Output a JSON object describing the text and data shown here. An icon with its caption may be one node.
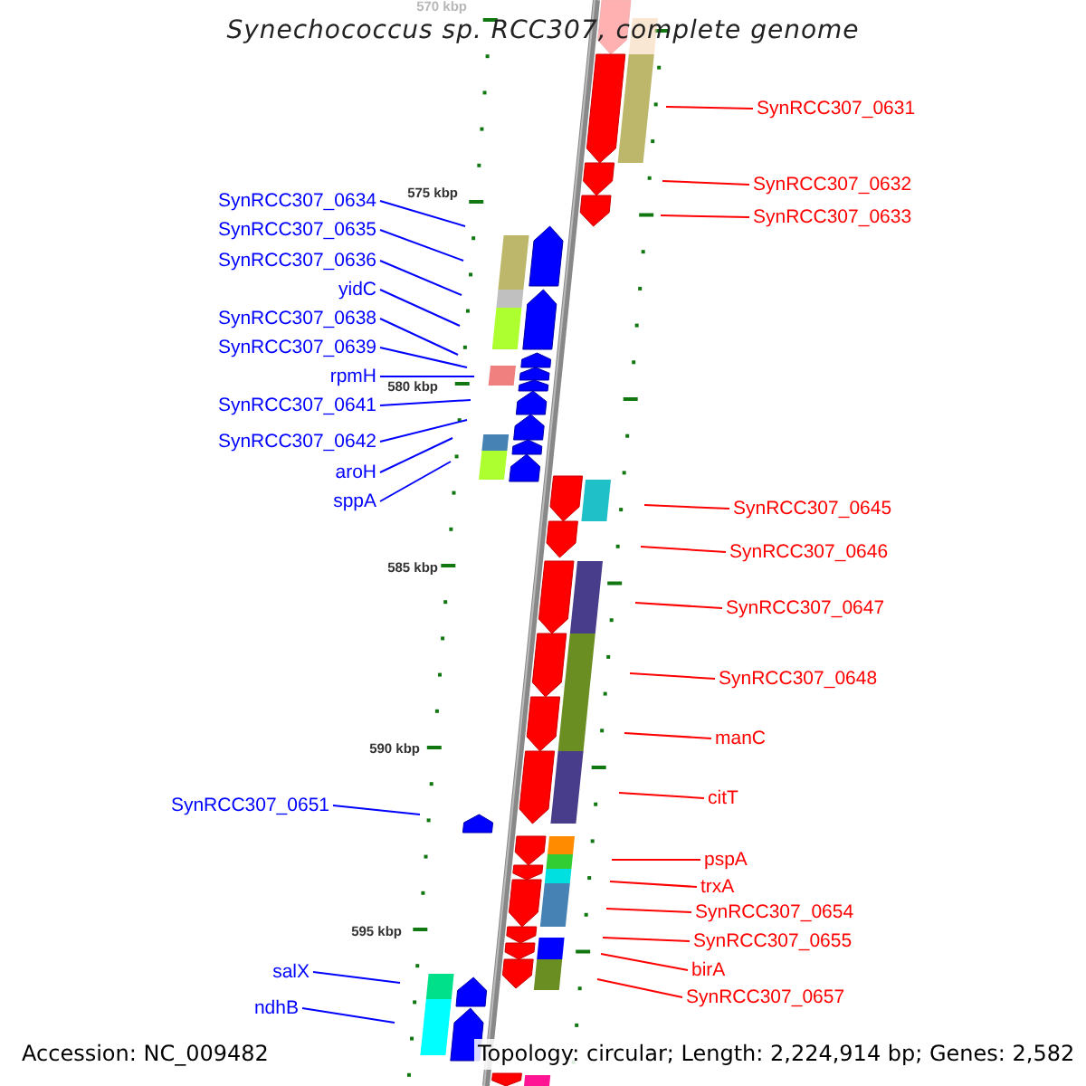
{
  "diagram": {
    "title": "Synechococcus sp. RCC307, complete genome",
    "nodes": [
      {
        "text": [
          "SynRCC307_0631"
        ]
      },
      {
        "text": [
          "SynRCC307_0632"
        ]
      },
      {
        "text": [
          "SynRCC307_0633"
        ]
      },
      {
        "text": [
          "SynRCC307_0634"
        ]
      },
      {
        "text": [
          "SynRCC307_0635"
        ]
      },
      {
        "text": [
          "SynRCC307_0636"
        ]
      },
      {
        "text": [
          "yidC"
        ]
      },
      {
        "text": [
          "SynRCC307_0638"
        ]
      },
      {
        "text": [
          "SynRCC307_0639"
        ]
      },
      {
        "text": [
          "rpmH"
        ]
      },
      {
        "text": [
          "SynRCC307_0641"
        ]
      },
      {
        "text": [
          "SynRCC307_0642"
        ]
      },
      {
        "text": [
          "aroH"
        ]
      },
      {
        "text": [
          "sppA"
        ]
      },
      {
        "text": [
          "SynRCC307_0645"
        ]
      },
      {
        "text": [
          "SynRCC307_0646"
        ]
      },
      {
        "text": [
          "SynRCC307_0647"
        ]
      },
      {
        "text": [
          "SynRCC307_0648"
        ]
      },
      {
        "text": [
          "manC"
        ]
      },
      {
        "text": [
          "citT"
        ]
      },
      {
        "text": [
          "SynRCC307_0651"
        ]
      },
      {
        "text": [
          "pspA"
        ]
      },
      {
        "text": [
          "trxA"
        ]
      },
      {
        "text": [
          "SynRCC307_0654"
        ]
      },
      {
        "text": [
          "SynRCC307_0655"
        ]
      },
      {
        "text": [
          "birA"
        ]
      },
      {
        "text": [
          "SynRCC307_0657"
        ]
      },
      {
        "text": [
          "salX"
        ]
      },
      {
        "text": [
          "ndhB"
        ]
      }
    ],
    "edges": [
      {
        "from": 0,
        "to": null,
        "arrow": "none"
      },
      {
        "from": 1,
        "to": null,
        "arrow": "none"
      },
      {
        "from": 2,
        "to": null,
        "arrow": "none"
      },
      {
        "from": 3,
        "to": null,
        "arrow": "none",
        "color": "#0000ff"
      },
      {
        "from": 4,
        "to": null,
        "arrow": "none",
        "color": "#0000ff"
      },
      {
        "from": 5,
        "to": null,
        "arrow": "none",
        "color": "#0000ff"
      },
      {
        "from": 6,
        "to": null,
        "arrow": "none",
        "color": "#0000ff"
      },
      {
        "from": 7,
        "to": null,
        "arrow": "none",
        "color": "#0000ff"
      },
      {
        "from": 8,
        "to": null,
        "arrow": "none",
        "color": "#0000ff"
      },
      {
        "from": 9,
        "to": null,
        "arrow": "none",
        "color": "#0000ff"
      },
      {
        "from": 10,
        "to": null,
        "arrow": "none",
        "color": "#0000ff"
      },
      {
        "from": 11,
        "to": null,
        "arrow": "none",
        "color": "#0000ff"
      },
      {
        "from": 12,
        "to": null,
        "arrow": "none",
        "color": "#0000ff"
      },
      {
        "from": 13,
        "to": null,
        "arrow": "none",
        "color": "#0000ff"
      },
      {
        "from": 14,
        "to": null,
        "arrow": "none"
      },
      {
        "from": 15,
        "to": null,
        "arrow": "none"
      },
      {
        "from": 16,
        "to": null,
        "arrow": "none"
      },
      {
        "from": 17,
        "to": null,
        "arrow": "none"
      },
      {
        "from": 18,
        "to": null,
        "arrow": "none"
      },
      {
        "from": 19,
        "to": null,
        "arrow": "none"
      },
      {
        "from": 20,
        "to": null,
        "arrow": "none",
        "color": "#0000ff"
      },
      {
        "from": 21,
        "to": null,
        "arrow": "none"
      },
      {
        "from": 22,
        "to": null,
        "arrow": "none"
      },
      {
        "from": 23,
        "to": null,
        "arrow": "none"
      },
      {
        "from": 24,
        "to": null,
        "arrow": "none"
      },
      {
        "from": 25,
        "to": null,
        "arrow": "none"
      },
      {
        "from": 26,
        "to": null,
        "arrow": "none"
      },
      {
        "from": 27,
        "to": null,
        "arrow": "none",
        "color": "#0000ff"
      },
      {
        "from": 28,
        "to": null,
        "arrow": "none",
        "color": "#0000ff"
      }
    ],
    "labels": [
      "570 kbp",
      "575 kbp",
      "580 kbp",
      "585 kbp",
      "590 kbp",
      "595 kbp",
      "Accession: NC_009482",
      "Topology: circular; Length: 2,224,914 bp; Genes: 2,582"
    ]
  }
}
